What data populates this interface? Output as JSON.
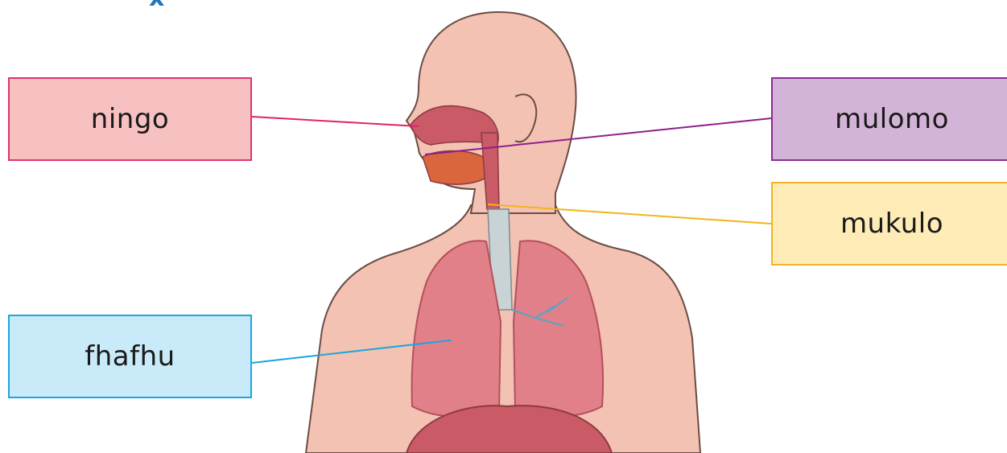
{
  "colors": {
    "background": "#ffffff",
    "skin": "#f3c2b2",
    "skin_outline": "#6b4d45",
    "lung": "#e2808a",
    "lung_dark": "#c95a66",
    "trachea": "#c9d3d6",
    "nose_lung_line": "#e0236a",
    "mouth_line": "#8e1f8c",
    "throat_line": "#f2b41c",
    "lung_line": "#17a6de",
    "top_mark": "#1f76c0"
  },
  "top_mark": "x",
  "labels": {
    "ningo": {
      "text": "ningo",
      "fill": "#f7c1c1",
      "border": "#e0336a"
    },
    "fhafhu": {
      "text": "fhafhu",
      "fill": "#c9ebf9",
      "border": "#1aa7e0"
    },
    "mulomo": {
      "text": "mulomo",
      "fill": "#d4b3d8",
      "border": "#8e2a93"
    },
    "mukulo": {
      "text": "mukulo",
      "fill": "#feebb6",
      "border": "#f5b324"
    }
  }
}
